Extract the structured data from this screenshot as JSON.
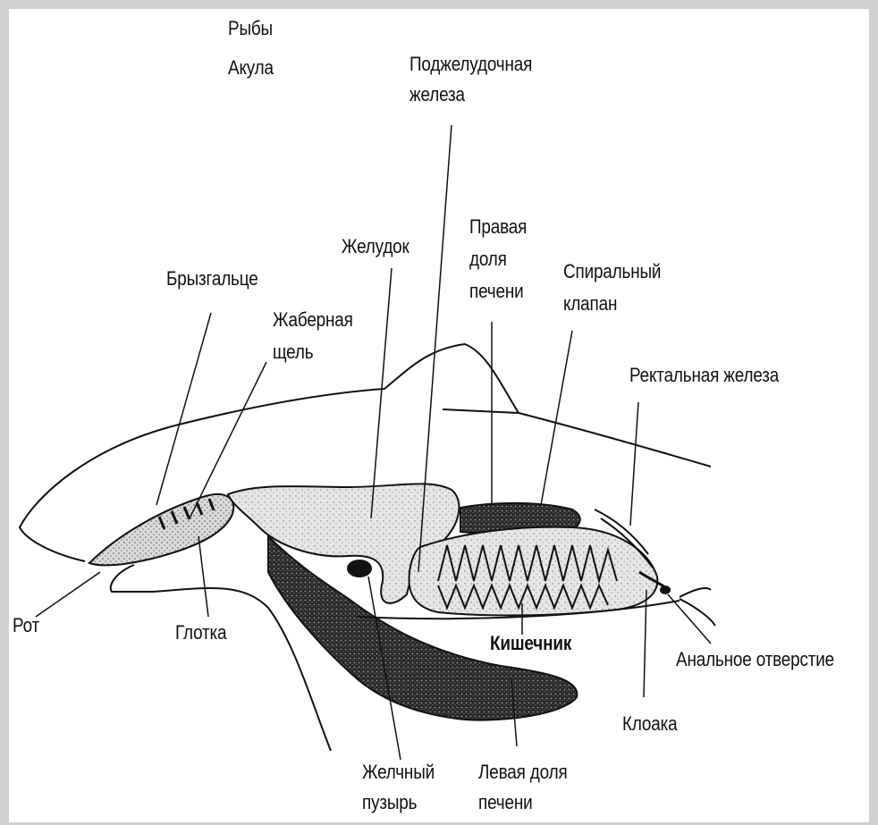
{
  "title": {
    "line1": "Рыбы",
    "line2": "Акула"
  },
  "labels": {
    "pancreas": [
      "Поджелудочная",
      "железа"
    ],
    "right_liver": [
      "Правая",
      "доля",
      "печени"
    ],
    "spiral_valve": [
      "Спиральный",
      "клапан"
    ],
    "stomach": "Желудок",
    "spiracle": "Брызгальце",
    "gill_slit": [
      "Жаберная",
      "щель"
    ],
    "rectal_gland": "Ректальная железа",
    "mouth": "Рот",
    "pharynx": "Глотка",
    "intestine": "Кишечник",
    "anus": "Анальное отверстие",
    "cloaca": "Клоака",
    "gallbladder": [
      "Желчный",
      "пузырь"
    ],
    "left_liver": [
      "Левая доля",
      "печени"
    ]
  }
}
